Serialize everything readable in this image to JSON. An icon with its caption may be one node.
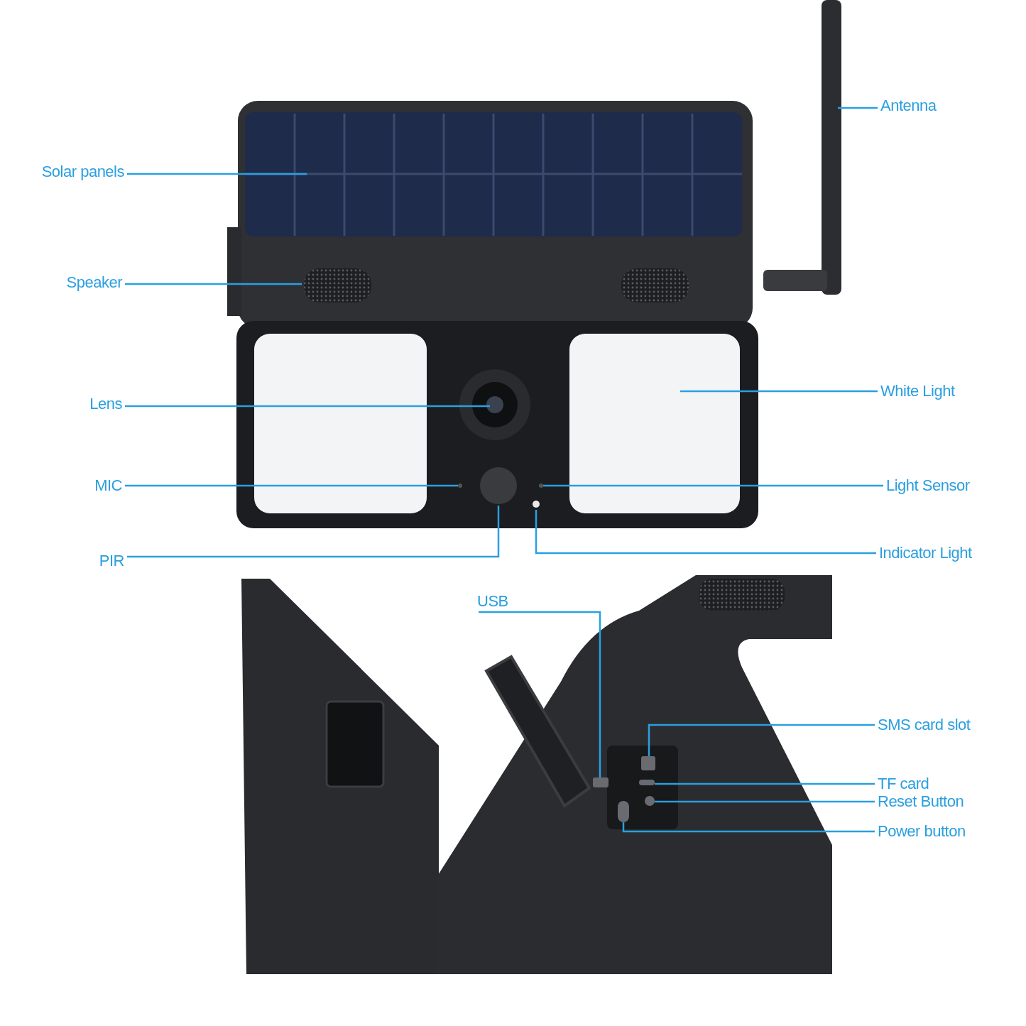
{
  "diagram": {
    "nodes": [
      {
        "text": [
          "Antenna"
        ]
      },
      {
        "text": [
          "Solar panels"
        ]
      },
      {
        "text": [
          "Speaker"
        ]
      },
      {
        "text": [
          "Lens"
        ]
      },
      {
        "text": [
          "White Light"
        ]
      },
      {
        "text": [
          "MIC"
        ]
      },
      {
        "text": [
          "Light Sensor"
        ]
      },
      {
        "text": [
          "PIR"
        ]
      },
      {
        "text": [
          "Indicator Light"
        ]
      },
      {
        "text": [
          "USB"
        ]
      },
      {
        "text": [
          "SMS card slot"
        ]
      },
      {
        "text": [
          "TF card"
        ]
      },
      {
        "text": [
          "Reset Button"
        ]
      },
      {
        "text": [
          "Power button"
        ]
      },
      {
        "text": [],
        "shape": "box"
      },
      {
        "text": [],
        "shape": "bar"
      },
      {
        "text": [],
        "shape": "bar"
      },
      {
        "text": [],
        "shape": "box"
      },
      {
        "text": [],
        "shape": "circle"
      }
    ],
    "edges": [
      {
        "from": 0,
        "to": null,
        "arrow": "none"
      },
      {
        "from": 1,
        "to": null,
        "arrow": "none"
      },
      {
        "from": 2,
        "to": null,
        "arrow": "none"
      },
      {
        "from": 3,
        "to": null,
        "arrow": "none"
      },
      {
        "from": 4,
        "to": null,
        "arrow": "none"
      },
      {
        "from": 5,
        "to": null,
        "arrow": "none"
      },
      {
        "from": 6,
        "to": null,
        "arrow": "none"
      },
      {
        "from": 7,
        "to": null,
        "arrow": "none"
      },
      {
        "from": 8,
        "to": null,
        "arrow": "none"
      },
      {
        "from": 9,
        "to": 14,
        "arrow": "none"
      },
      {
        "from": 10,
        "to": 17,
        "arrow": "none"
      },
      {
        "from": 11,
        "to": 16,
        "arrow": "none"
      },
      {
        "from": 12,
        "to": 18,
        "arrow": "none"
      },
      {
        "from": 13,
        "to": 15,
        "arrow": "none"
      }
    ]
  }
}
